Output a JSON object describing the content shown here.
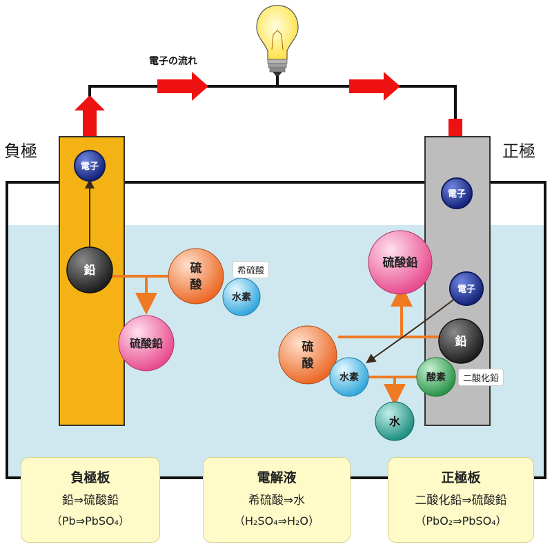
{
  "labels": {
    "negative_pole": "負極",
    "positive_pole": "正極",
    "electron_flow": "電子の流れ"
  },
  "particles": {
    "electron": "電子",
    "lead": "鉛",
    "sulfuric": "硫\n酸",
    "hydrogen": "水素",
    "lead_sulfate": "硫酸鉛",
    "oxygen": "酸素",
    "water": "水"
  },
  "tags": {
    "dilute_sulfuric": "希硫酸",
    "lead_dioxide": "二酸化鉛"
  },
  "boxes": {
    "negative": {
      "title": "負極板",
      "reaction": "鉛⇒硫酸鉛",
      "formula": "（Pb⇒PbSO₄）"
    },
    "electrolyte": {
      "title": "電解液",
      "reaction": "希硫酸⇒水",
      "formula": "（H₂SO₄⇒H₂O）"
    },
    "positive": {
      "title": "正極板",
      "reaction": "二酸化鉛⇒硫酸鉛",
      "formula": "（PbO₂⇒PbSO₄）"
    }
  },
  "colors": {
    "solution": "#cfe8ef",
    "negative_plate": "#f4b214",
    "positive_plate": "#bdbdbd",
    "arrow_red": "#ee1111",
    "arrow_orange": "#ee7a22",
    "electron": "#1c2f8f",
    "lead": "#3c3c3c",
    "sulfuric": "#f08040",
    "hydrogen": "#5cc0ea",
    "lead_sulfate": "#f06aa0",
    "oxygen": "#3aaa5a",
    "water": "#3aa59a"
  }
}
